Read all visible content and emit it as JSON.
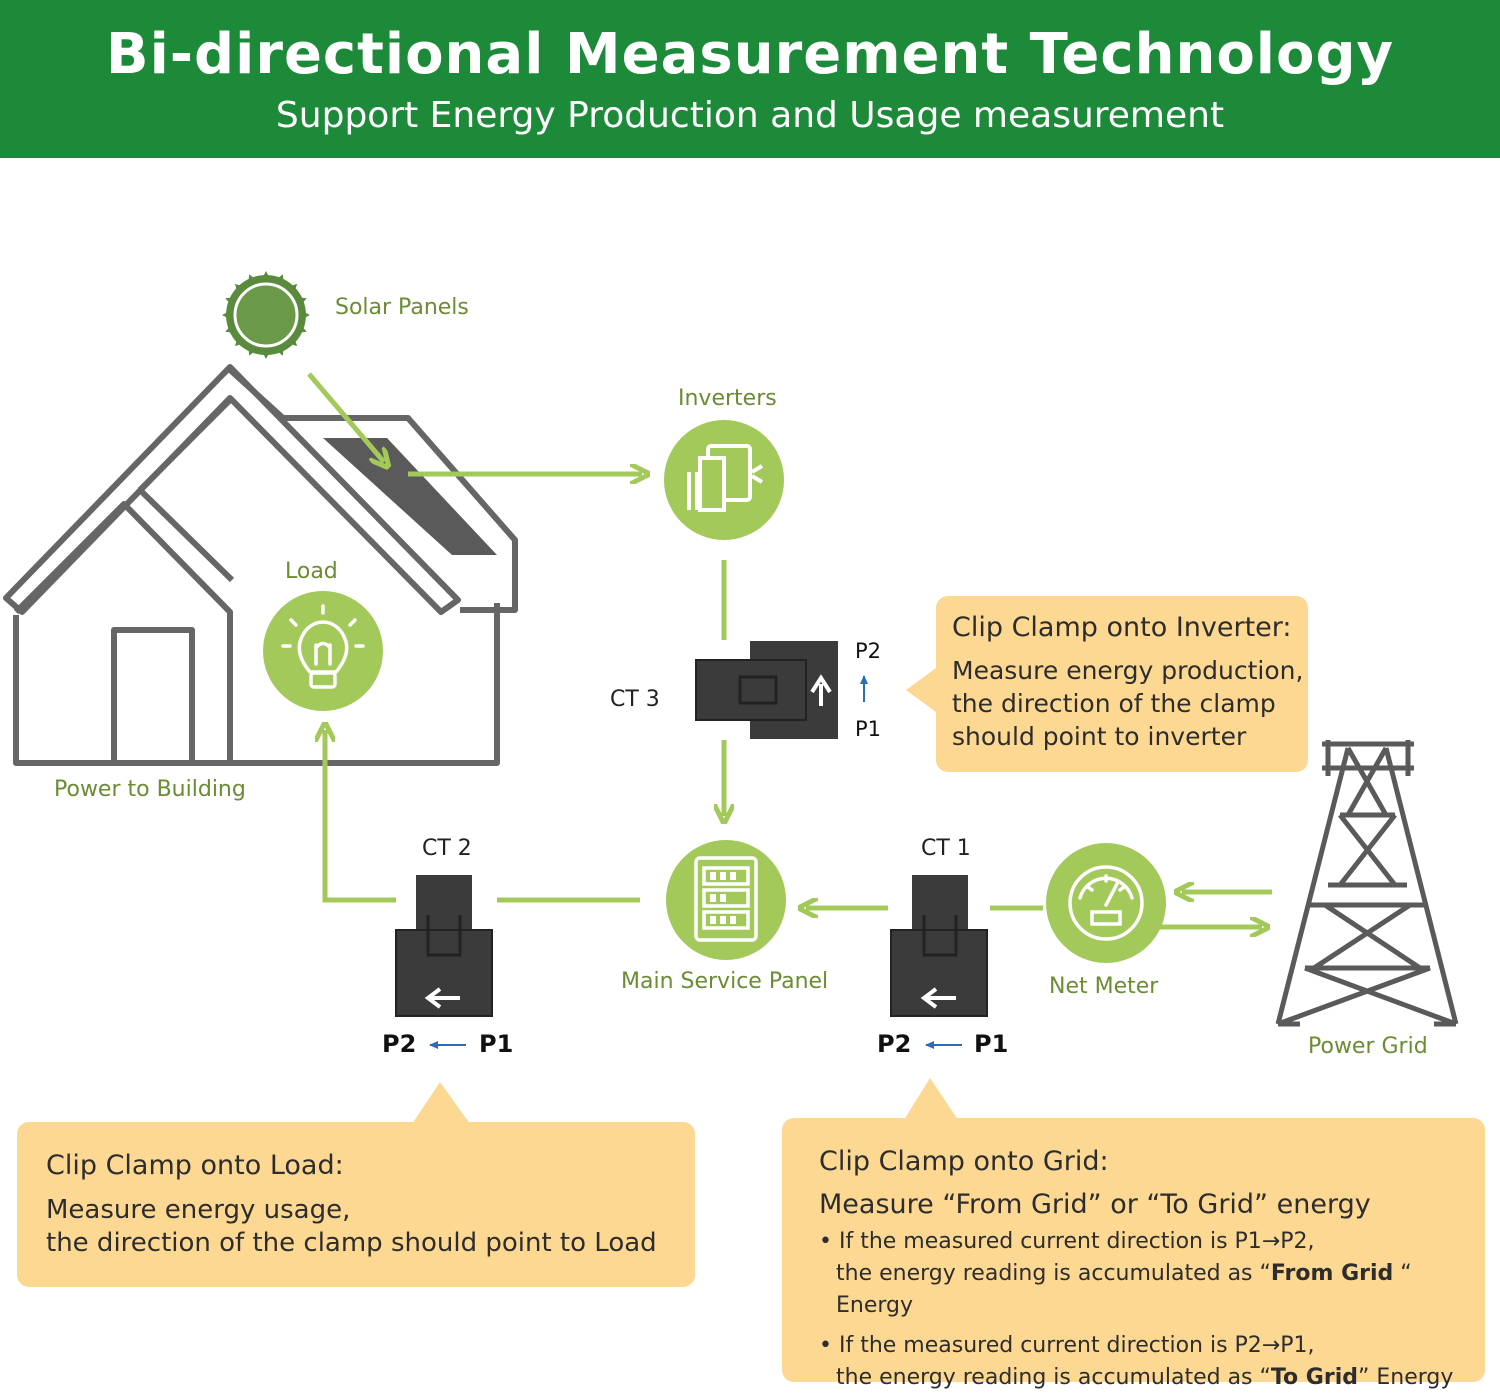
{
  "header": {
    "title": "Bi-directional Measurement Technology",
    "subtitle": "Support Energy Production and Usage measurement"
  },
  "nodes": {
    "solar_panels": "Solar Panels",
    "inverters": "Inverters",
    "load": "Load",
    "power_to_building": "Power to Building",
    "main_service_panel": "Main Service Panel",
    "net_meter": "Net Meter",
    "power_grid": "Power Grid"
  },
  "clamps": {
    "ct3": {
      "label": "CT 3",
      "p_top": "P2",
      "p_bottom": "P1"
    },
    "ct2": {
      "label": "CT 2",
      "p_left": "P2",
      "p_right": "P1"
    },
    "ct1": {
      "label": "CT 1",
      "p_left": "P2",
      "p_right": "P1"
    }
  },
  "callouts": {
    "inverter": {
      "title": "Clip Clamp onto Inverter:",
      "lines": [
        "Measure energy production,",
        "the direction of the clamp",
        "should point to inverter"
      ]
    },
    "load": {
      "title": "Clip Clamp onto Load:",
      "lines": [
        "Measure energy usage,",
        "the direction of the clamp should point to Load"
      ]
    },
    "grid": {
      "title": "Clip Clamp onto Grid:",
      "subtitle": "Measure “From Grid” or “To Grid” energy",
      "bullet1_a": "• If the measured current direction is P1→P2,",
      "bullet1_b_pre": "the energy reading is accumulated as “",
      "bullet1_b_bold": "From Grid",
      "bullet1_b_post": " “ Energy",
      "bullet2_a": "• If the measured current direction is P2→P1,",
      "bullet2_b_pre": "the energy reading is accumulated as “",
      "bullet2_b_bold": "To Grid",
      "bullet2_b_post": "” Energy"
    }
  },
  "colors": {
    "header_bg": "#1d8a3a",
    "accent_green": "#a3c95a",
    "label_green": "#6a8c32",
    "callout_bg": "#fdd892",
    "clamp_dark": "#3b3b3b",
    "arrow_blue": "#2a6fb5"
  }
}
